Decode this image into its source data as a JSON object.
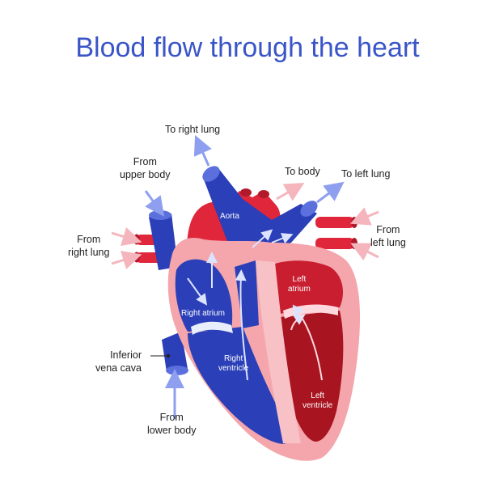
{
  "title": "Blood flow through the heart",
  "colors": {
    "title": "#3a55c8",
    "oxygen_poor": "#2b3fb8",
    "oxygen_rich": "#e0263a",
    "wall": "#f4a6ac",
    "arrow_blue": "#8e9ff0",
    "arrow_pink": "#f5b5bd"
  },
  "labels": {
    "to_right_lung": "To right lung",
    "from_upper_body": [
      "From",
      "upper body"
    ],
    "to_body": "To body",
    "to_left_lung": "To left lung",
    "from_right_lung": [
      "From",
      "right lung"
    ],
    "from_left_lung": [
      "From",
      "left lung"
    ],
    "inferior_vena_cava": [
      "Inferior",
      "vena cava"
    ],
    "from_lower_body": [
      "From",
      "lower body"
    ]
  },
  "inner_labels": {
    "aorta": "Aorta",
    "right_atrium": "Right atrium",
    "right_ventricle": [
      "Right",
      "ventricle"
    ],
    "left_atrium": [
      "Left",
      "atrium"
    ],
    "left_ventricle": [
      "Left",
      "ventricle"
    ]
  }
}
